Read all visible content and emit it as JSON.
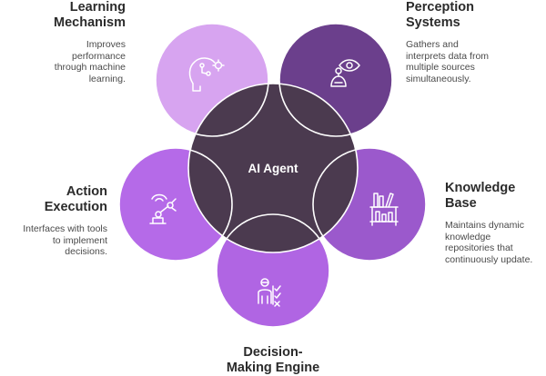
{
  "center": {
    "label": "AI Agent",
    "color": "#4b3a4f"
  },
  "outline_color": "#ffffff",
  "nodes": [
    {
      "id": "learning",
      "title": "Learning\nMechanism",
      "description": "Improves\nperformance\nthrough machine\nlearning.",
      "icon": "brain-gear-icon",
      "color": "#d7a4f0"
    },
    {
      "id": "perception",
      "title": "Perception\nSystems",
      "description": "Gathers and\ninterprets data from\nmultiple sources\nsimultaneously.",
      "icon": "eye-robot-icon",
      "color": "#6b3f8c"
    },
    {
      "id": "knowledge",
      "title": "Knowledge\nBase",
      "description": "Maintains dynamic\nknowledge\nrepositories that\ncontinuously update.",
      "icon": "bookshelf-icon",
      "color": "#9b59cc"
    },
    {
      "id": "decision",
      "title": "Decision-\nMaking Engine",
      "description": "",
      "icon": "decision-person-icon",
      "color": "#b065e3"
    },
    {
      "id": "action",
      "title": "Action\nExecution",
      "description": "Interfaces with tools\nto implement\ndecisions.",
      "icon": "robot-arm-icon",
      "color": "#b56ae8"
    }
  ]
}
